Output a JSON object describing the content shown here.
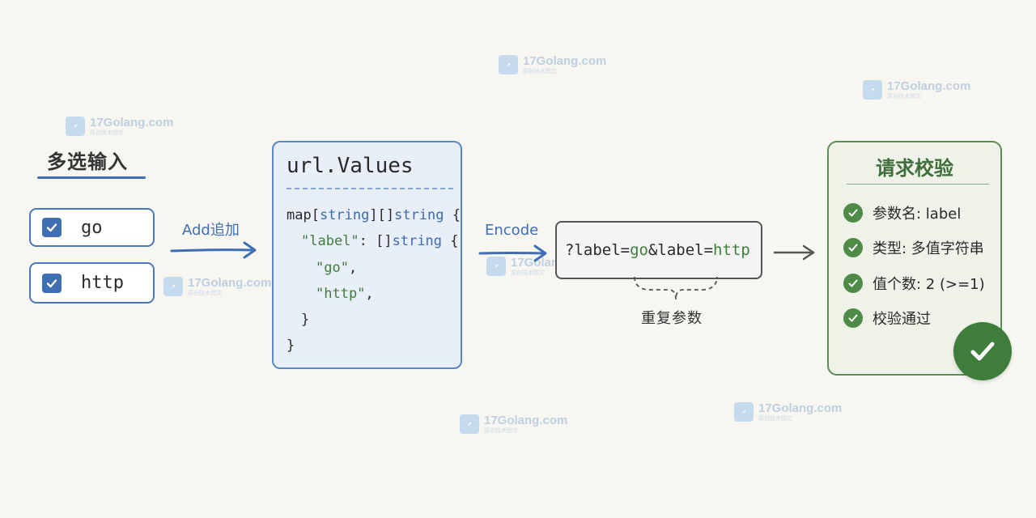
{
  "watermark": {
    "title": "17Golang.com",
    "sub": "原创技术图文"
  },
  "left": {
    "title": "多选输入",
    "options": [
      {
        "label": "go",
        "checked": true
      },
      {
        "label": "http",
        "checked": true
      }
    ]
  },
  "arrow1_label": "Add追加",
  "values_box": {
    "title": "url.Values",
    "code": {
      "line1_a": "map[",
      "line1_kw1": "string",
      "line1_b": "][]",
      "line1_kw2": "string",
      "line1_c": " {",
      "line2_key": "\"label\"",
      "line2_b": ": []",
      "line2_kw": "string",
      "line2_c": " {",
      "line3": "\"go\"",
      "line3_c": ",",
      "line4": "\"http\"",
      "line4_c": ",",
      "line5": "}",
      "line6": "}"
    }
  },
  "arrow2_label": "Encode",
  "query": {
    "p1": "?label=",
    "v1": "go",
    "p2": "&label=",
    "v2": "http"
  },
  "brace_label": "重复参数",
  "validation": {
    "title": "请求校验",
    "items": [
      "参数名: label",
      "类型: 多值字符串",
      "值个数: 2 (>=1)",
      "校验通过"
    ]
  },
  "colors": {
    "blue": "#3f6fb2",
    "green": "#4e8b47",
    "bg": "#f7f6f1"
  }
}
